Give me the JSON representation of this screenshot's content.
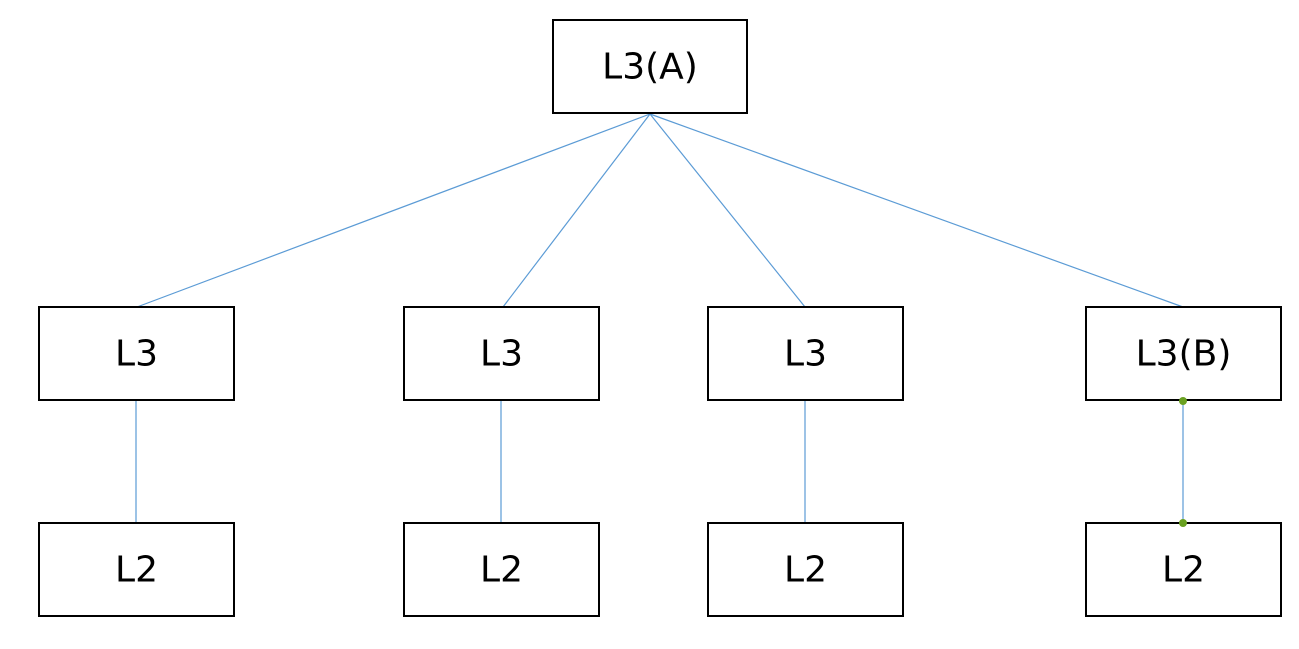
{
  "colors": {
    "connector": "#5b9bd5",
    "box_border": "#000000",
    "selection_handle": "#6aa121",
    "background": "#ffffff"
  },
  "nodes": {
    "root": {
      "label": "L3(A)"
    },
    "l3_1": {
      "label": "L3"
    },
    "l3_2": {
      "label": "L3"
    },
    "l3_3": {
      "label": "L3"
    },
    "l3_4": {
      "label": "L3(B)"
    },
    "l2_1": {
      "label": "L2"
    },
    "l2_2": {
      "label": "L2"
    },
    "l2_3": {
      "label": "L2"
    },
    "l2_4": {
      "label": "L2"
    }
  }
}
